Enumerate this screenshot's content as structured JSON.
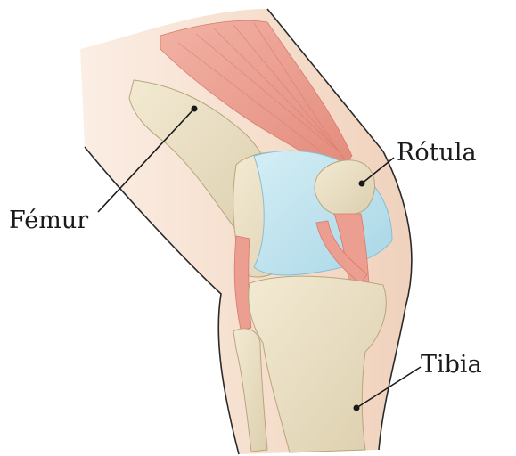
{
  "labels": {
    "femur": "Fémur",
    "rotula": "Rótula",
    "tibia": "Tibia"
  },
  "colors": {
    "skin": "#f6e2d3",
    "bone": "#ede2c6",
    "cartilage": "#bfe3ee",
    "muscle": "#ea9889",
    "outline": "#2a2a2a"
  }
}
